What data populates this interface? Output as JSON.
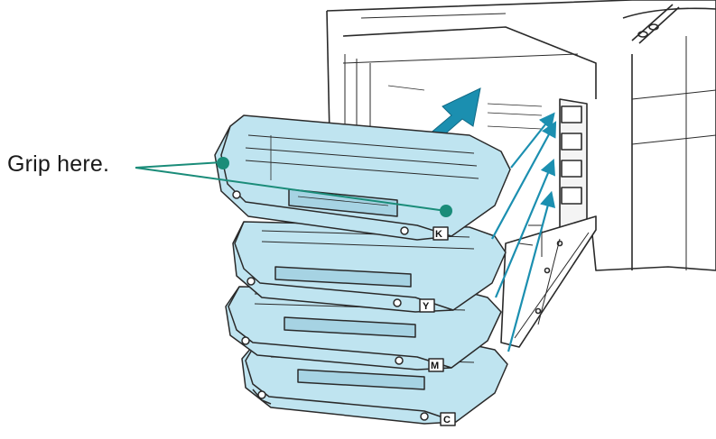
{
  "callout": {
    "text": "Grip here."
  },
  "cartridges": [
    {
      "letter": "K"
    },
    {
      "letter": "Y"
    },
    {
      "letter": "M"
    },
    {
      "letter": "C"
    }
  ],
  "colors": {
    "cartridge_fill": "#bfe4f0",
    "cartridge_shade": "#a6d3e3",
    "arrow": "#1b8fb0",
    "grip_dot": "#1a8c79",
    "outline": "#2a2a2a"
  }
}
